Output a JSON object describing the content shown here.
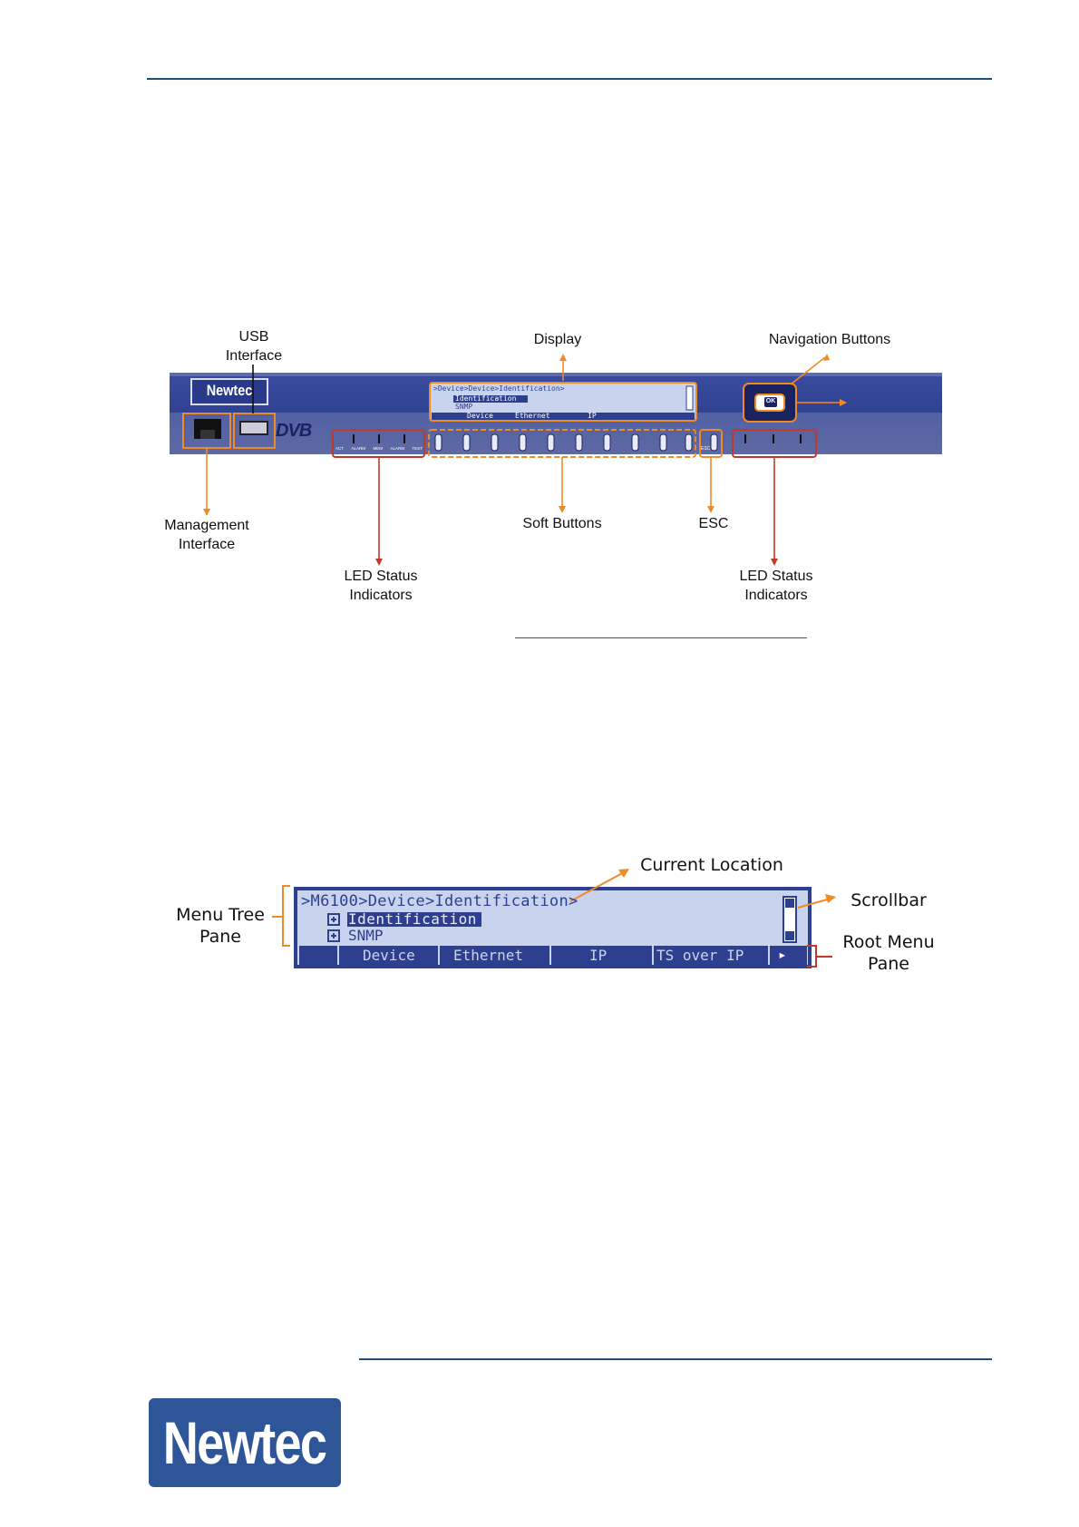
{
  "figure1": {
    "callouts": {
      "usb": "USB\nInterface",
      "display": "Display",
      "navigation": "Navigation Buttons",
      "ok": "OK",
      "management": "Management\nInterface",
      "led_left": "LED Status\nIndicators",
      "soft_buttons": "Soft Buttons",
      "esc": "ESC",
      "led_right": "LED Status\nIndicators"
    },
    "panel": {
      "brand": "Newtec",
      "dvb": "DVB",
      "lcd_path": ">Device>Device>Identification>",
      "lcd_item1": "Identification",
      "lcd_item2": "SNMP",
      "lcd_tabs": [
        "Device",
        "Ethernet",
        "IP"
      ],
      "ok_key": "OK",
      "esc_key": "ESC",
      "led_labels": [
        "ACT",
        "ALARM",
        "MEM",
        "ALARM",
        "TEST"
      ]
    }
  },
  "figure2": {
    "callouts": {
      "current_location": "Current  Location",
      "scrollbar": "Scrollbar",
      "menu_tree": "Menu  Tree\nPane",
      "root_menu": "Root Menu\nPane"
    },
    "lcd": {
      "path": ">M6100>Device>Identification>",
      "item1": "Identification",
      "item2": "SNMP",
      "tabs": [
        "Device",
        "Ethernet",
        "IP",
        "TS over IP"
      ],
      "more": "▸"
    }
  },
  "footer": {
    "logo_text": "Newtec"
  },
  "colors": {
    "rule": "#1f4e79",
    "orange": "#f08a24",
    "red": "#c0392b",
    "panel_blue": "#2e3f8f",
    "lcd_bg": "#c8d3ee",
    "logo_bg": "#2d5597"
  }
}
